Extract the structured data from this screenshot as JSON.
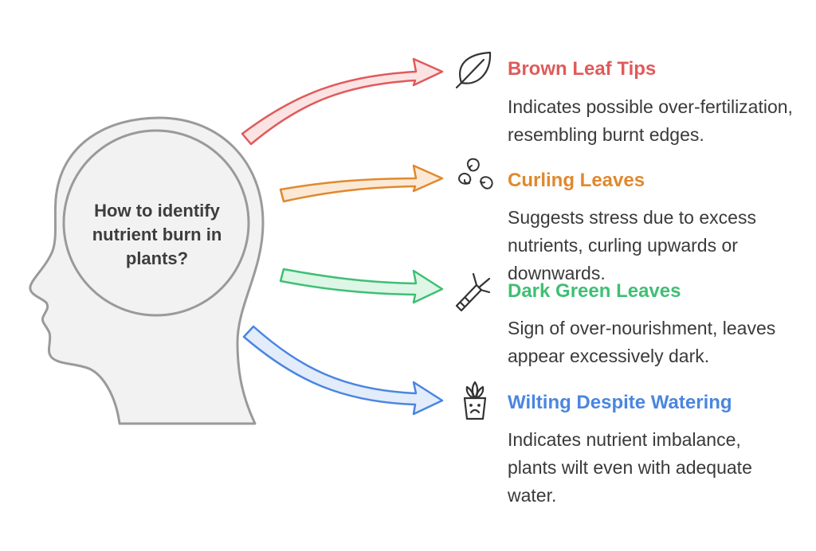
{
  "center": {
    "question": "How to identify nutrient burn in plants?"
  },
  "colors": {
    "outline": "#9a9a9a",
    "head_fill": "#f2f2f2",
    "icon": "#333333"
  },
  "items": [
    {
      "title": "Brown Leaf Tips",
      "description": "Indicates possible over-fertilization, resembling burnt edges.",
      "color": "#e05a5a",
      "arrow_fill": "#fbe3e3",
      "icon": "leaf-icon"
    },
    {
      "title": "Curling Leaves",
      "description": "Suggests stress due to excess nutrients, curling upwards or downwards.",
      "color": "#e0892e",
      "arrow_fill": "#fbe9d6",
      "icon": "spiral-icon"
    },
    {
      "title": "Dark Green Leaves",
      "description": "Sign of over-nourishment, leaves appear excessively dark.",
      "color": "#3fbf73",
      "arrow_fill": "#ddf6e6",
      "icon": "leek-icon"
    },
    {
      "title": "Wilting Despite Watering",
      "description": "Indicates nutrient imbalance, plants wilt even with adequate water.",
      "color": "#4a86e0",
      "arrow_fill": "#e2ecfb",
      "icon": "sad-plant-icon"
    }
  ]
}
